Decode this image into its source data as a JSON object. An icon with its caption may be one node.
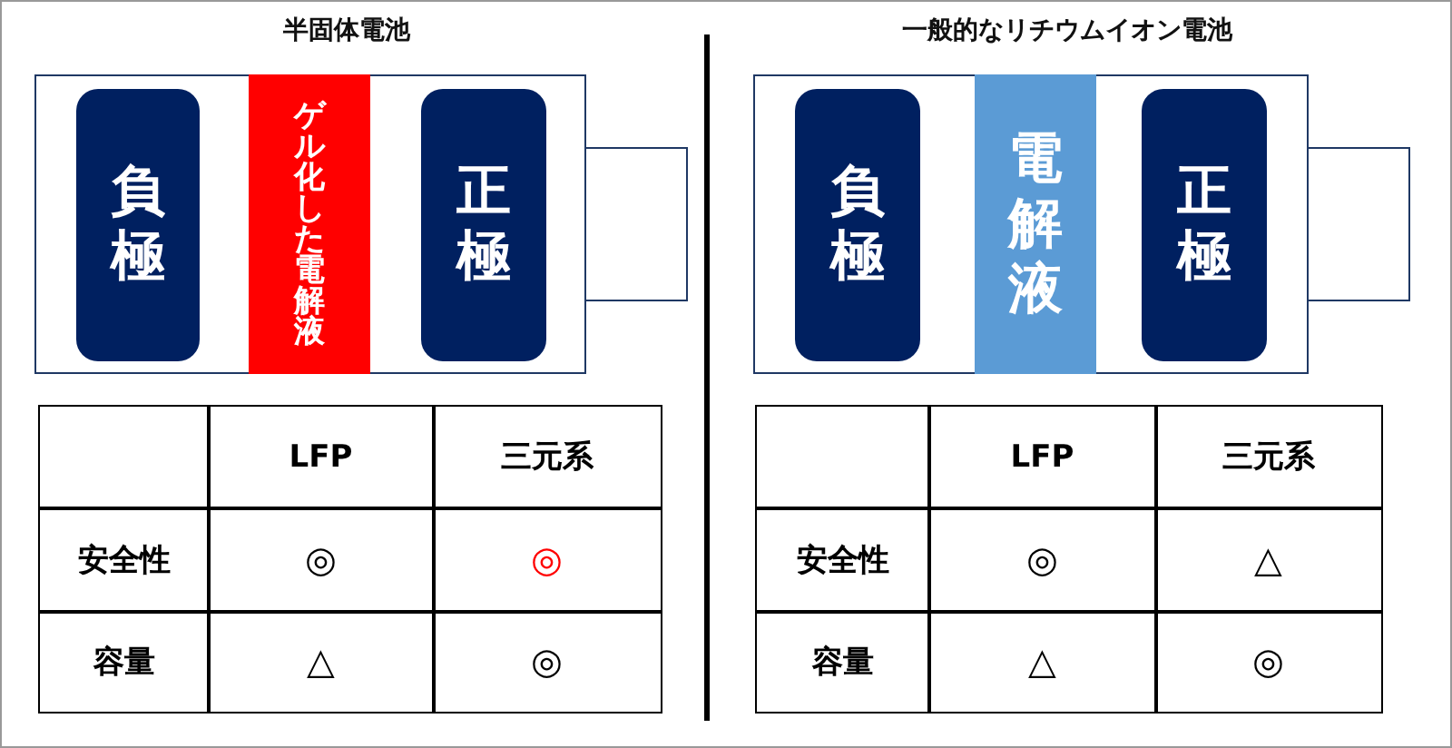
{
  "diagram": {
    "nodes": [
      {
        "text": [
          "半固体電池"
        ]
      },
      {
        "text": [
          "負極"
        ],
        "in": 0
      },
      {
        "text": [
          "ゲル化した電解液"
        ],
        "in": 0
      },
      {
        "text": [
          "正極"
        ],
        "in": 0
      },
      {
        "text": [],
        "shape": "box"
      },
      {
        "text": [
          "一般的なリチウムイオン電池"
        ]
      },
      {
        "text": [
          "負極"
        ],
        "in": 5
      },
      {
        "text": [
          "電解液"
        ],
        "in": 5
      },
      {
        "text": [
          "正極"
        ],
        "in": 5
      },
      {
        "text": [],
        "shape": "box"
      }
    ],
    "edges": [],
    "labels": [
      "LFP",
      "三元系",
      "安全性",
      "◎",
      "◎",
      "容量",
      "△",
      "◎",
      "LFP",
      "三元系",
      "安全性",
      "◎",
      "△",
      "容量",
      "△",
      "◎"
    ]
  }
}
